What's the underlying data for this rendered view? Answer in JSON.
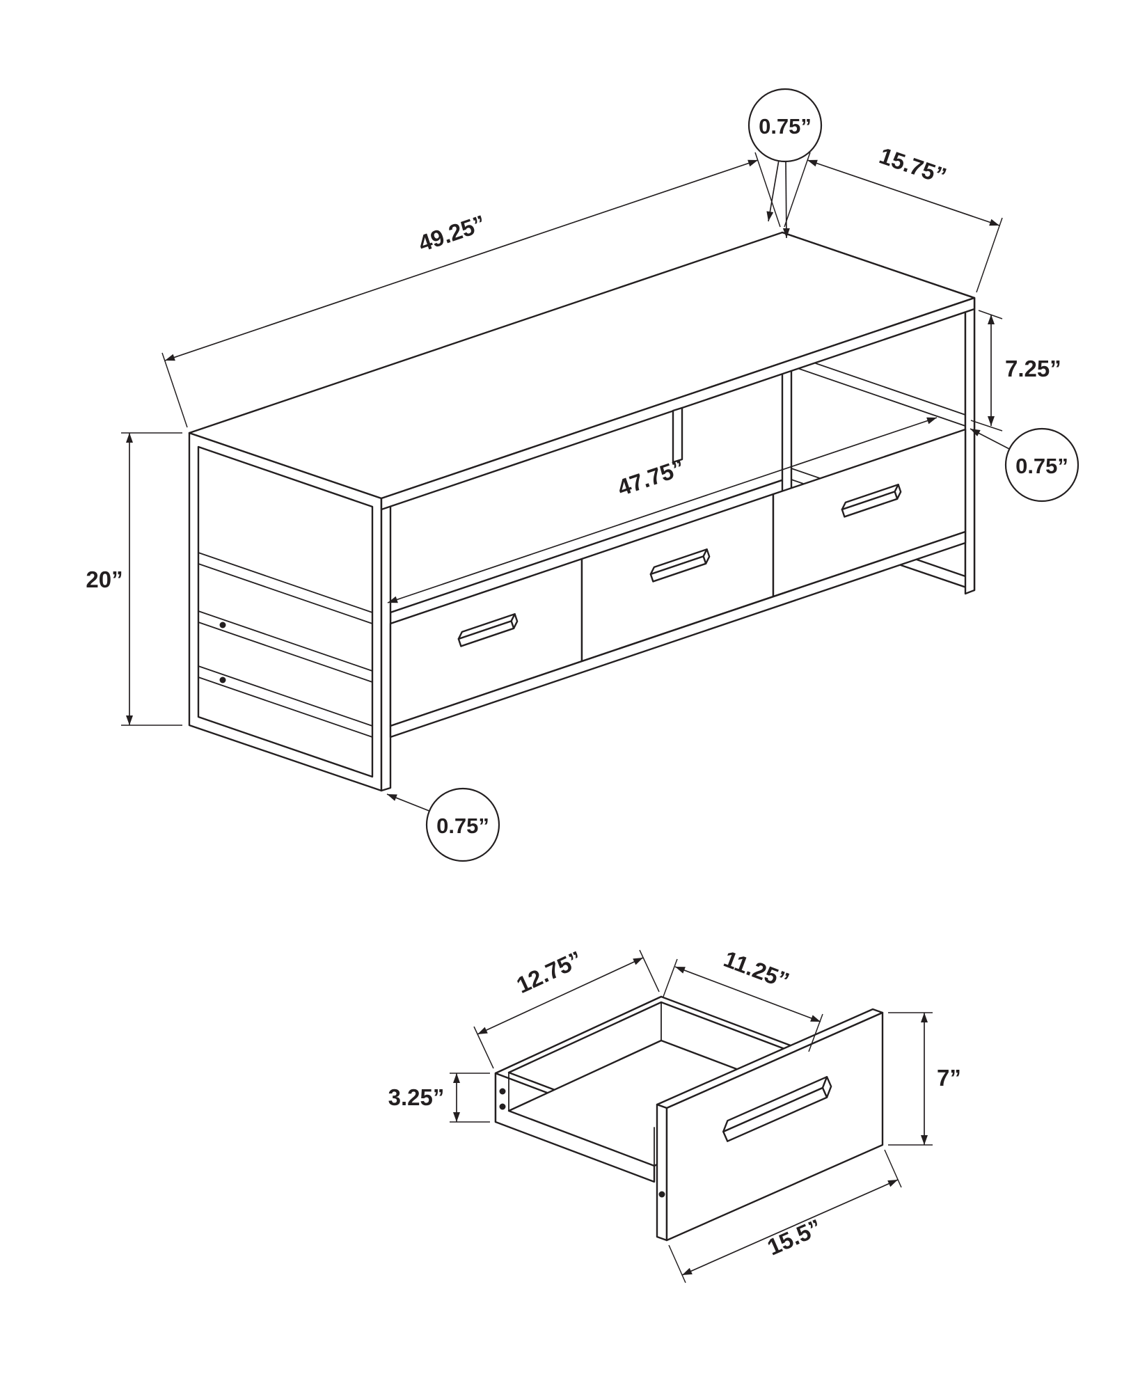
{
  "page": {
    "background": "#ffffff",
    "line_color": "#231f20"
  },
  "diagram": {
    "type": "furniture-dimension-drawing",
    "views": [
      "tv-stand-isometric",
      "drawer-isometric"
    ]
  },
  "stand": {
    "width": "49.25”",
    "depth": "15.75”",
    "top_thickness": "0.75”",
    "opening_height": "7.25”",
    "shelf_thickness": "0.75”",
    "interior_width": "47.75”",
    "height": "20”",
    "frame_thickness": "0.75”"
  },
  "drawer": {
    "depth": "12.75”",
    "inner_width": "11.25”",
    "side_height": "3.25”",
    "front_height": "7”",
    "front_width": "15.5”"
  }
}
